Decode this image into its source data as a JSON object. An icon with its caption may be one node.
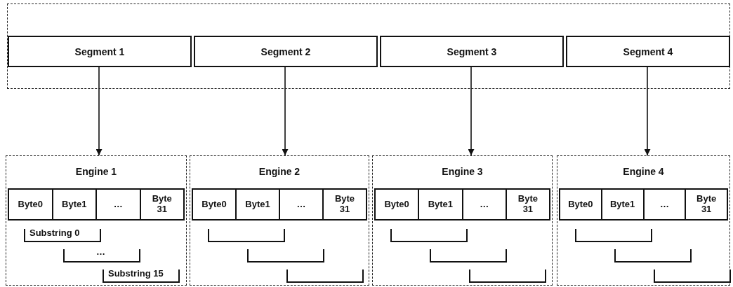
{
  "diagram": {
    "nodes": [
      {
        "text": [],
        "shape": "box"
      },
      {
        "text": [
          "Segment 1"
        ],
        "in": 0
      },
      {
        "text": [
          "Segment 2"
        ],
        "in": 0
      },
      {
        "text": [
          "Segment 3"
        ],
        "in": 0
      },
      {
        "text": [
          "Segment 4"
        ],
        "in": 0
      },
      {
        "text": [
          "Engine 1"
        ]
      },
      {
        "text": [
          "Byte0"
        ],
        "in": 5
      },
      {
        "text": [
          "Byte1"
        ],
        "in": 5
      },
      {
        "text": [
          "…"
        ],
        "in": 5
      },
      {
        "text": [
          "Byte 31"
        ],
        "in": 5
      },
      {
        "text": [
          "Engine 2"
        ]
      },
      {
        "text": [
          "Byte0"
        ],
        "in": 10
      },
      {
        "text": [
          "Byte1"
        ],
        "in": 10
      },
      {
        "text": [
          "…"
        ],
        "in": 10
      },
      {
        "text": [
          "Byte 31"
        ],
        "in": 10
      },
      {
        "text": [
          "Engine 3"
        ]
      },
      {
        "text": [
          "Byte0"
        ],
        "in": 15
      },
      {
        "text": [
          "Byte1"
        ],
        "in": 15
      },
      {
        "text": [
          "…"
        ],
        "in": 15
      },
      {
        "text": [
          "Byte 31"
        ],
        "in": 15
      },
      {
        "text": [
          "Engine 4"
        ]
      },
      {
        "text": [
          "Byte0"
        ],
        "in": 20
      },
      {
        "text": [
          "Byte1"
        ],
        "in": 20
      },
      {
        "text": [
          "…"
        ],
        "in": 20
      },
      {
        "text": [
          "Byte 31"
        ],
        "in": 20
      }
    ],
    "edges": [
      {
        "from": 1,
        "to": 5,
        "arrow": "to"
      },
      {
        "from": 2,
        "to": 10,
        "arrow": "to"
      },
      {
        "from": 3,
        "to": 15,
        "arrow": "to"
      },
      {
        "from": 4,
        "to": 20,
        "arrow": "to"
      }
    ],
    "labels": [
      "Substring 0",
      "…",
      "Substring 15"
    ]
  }
}
